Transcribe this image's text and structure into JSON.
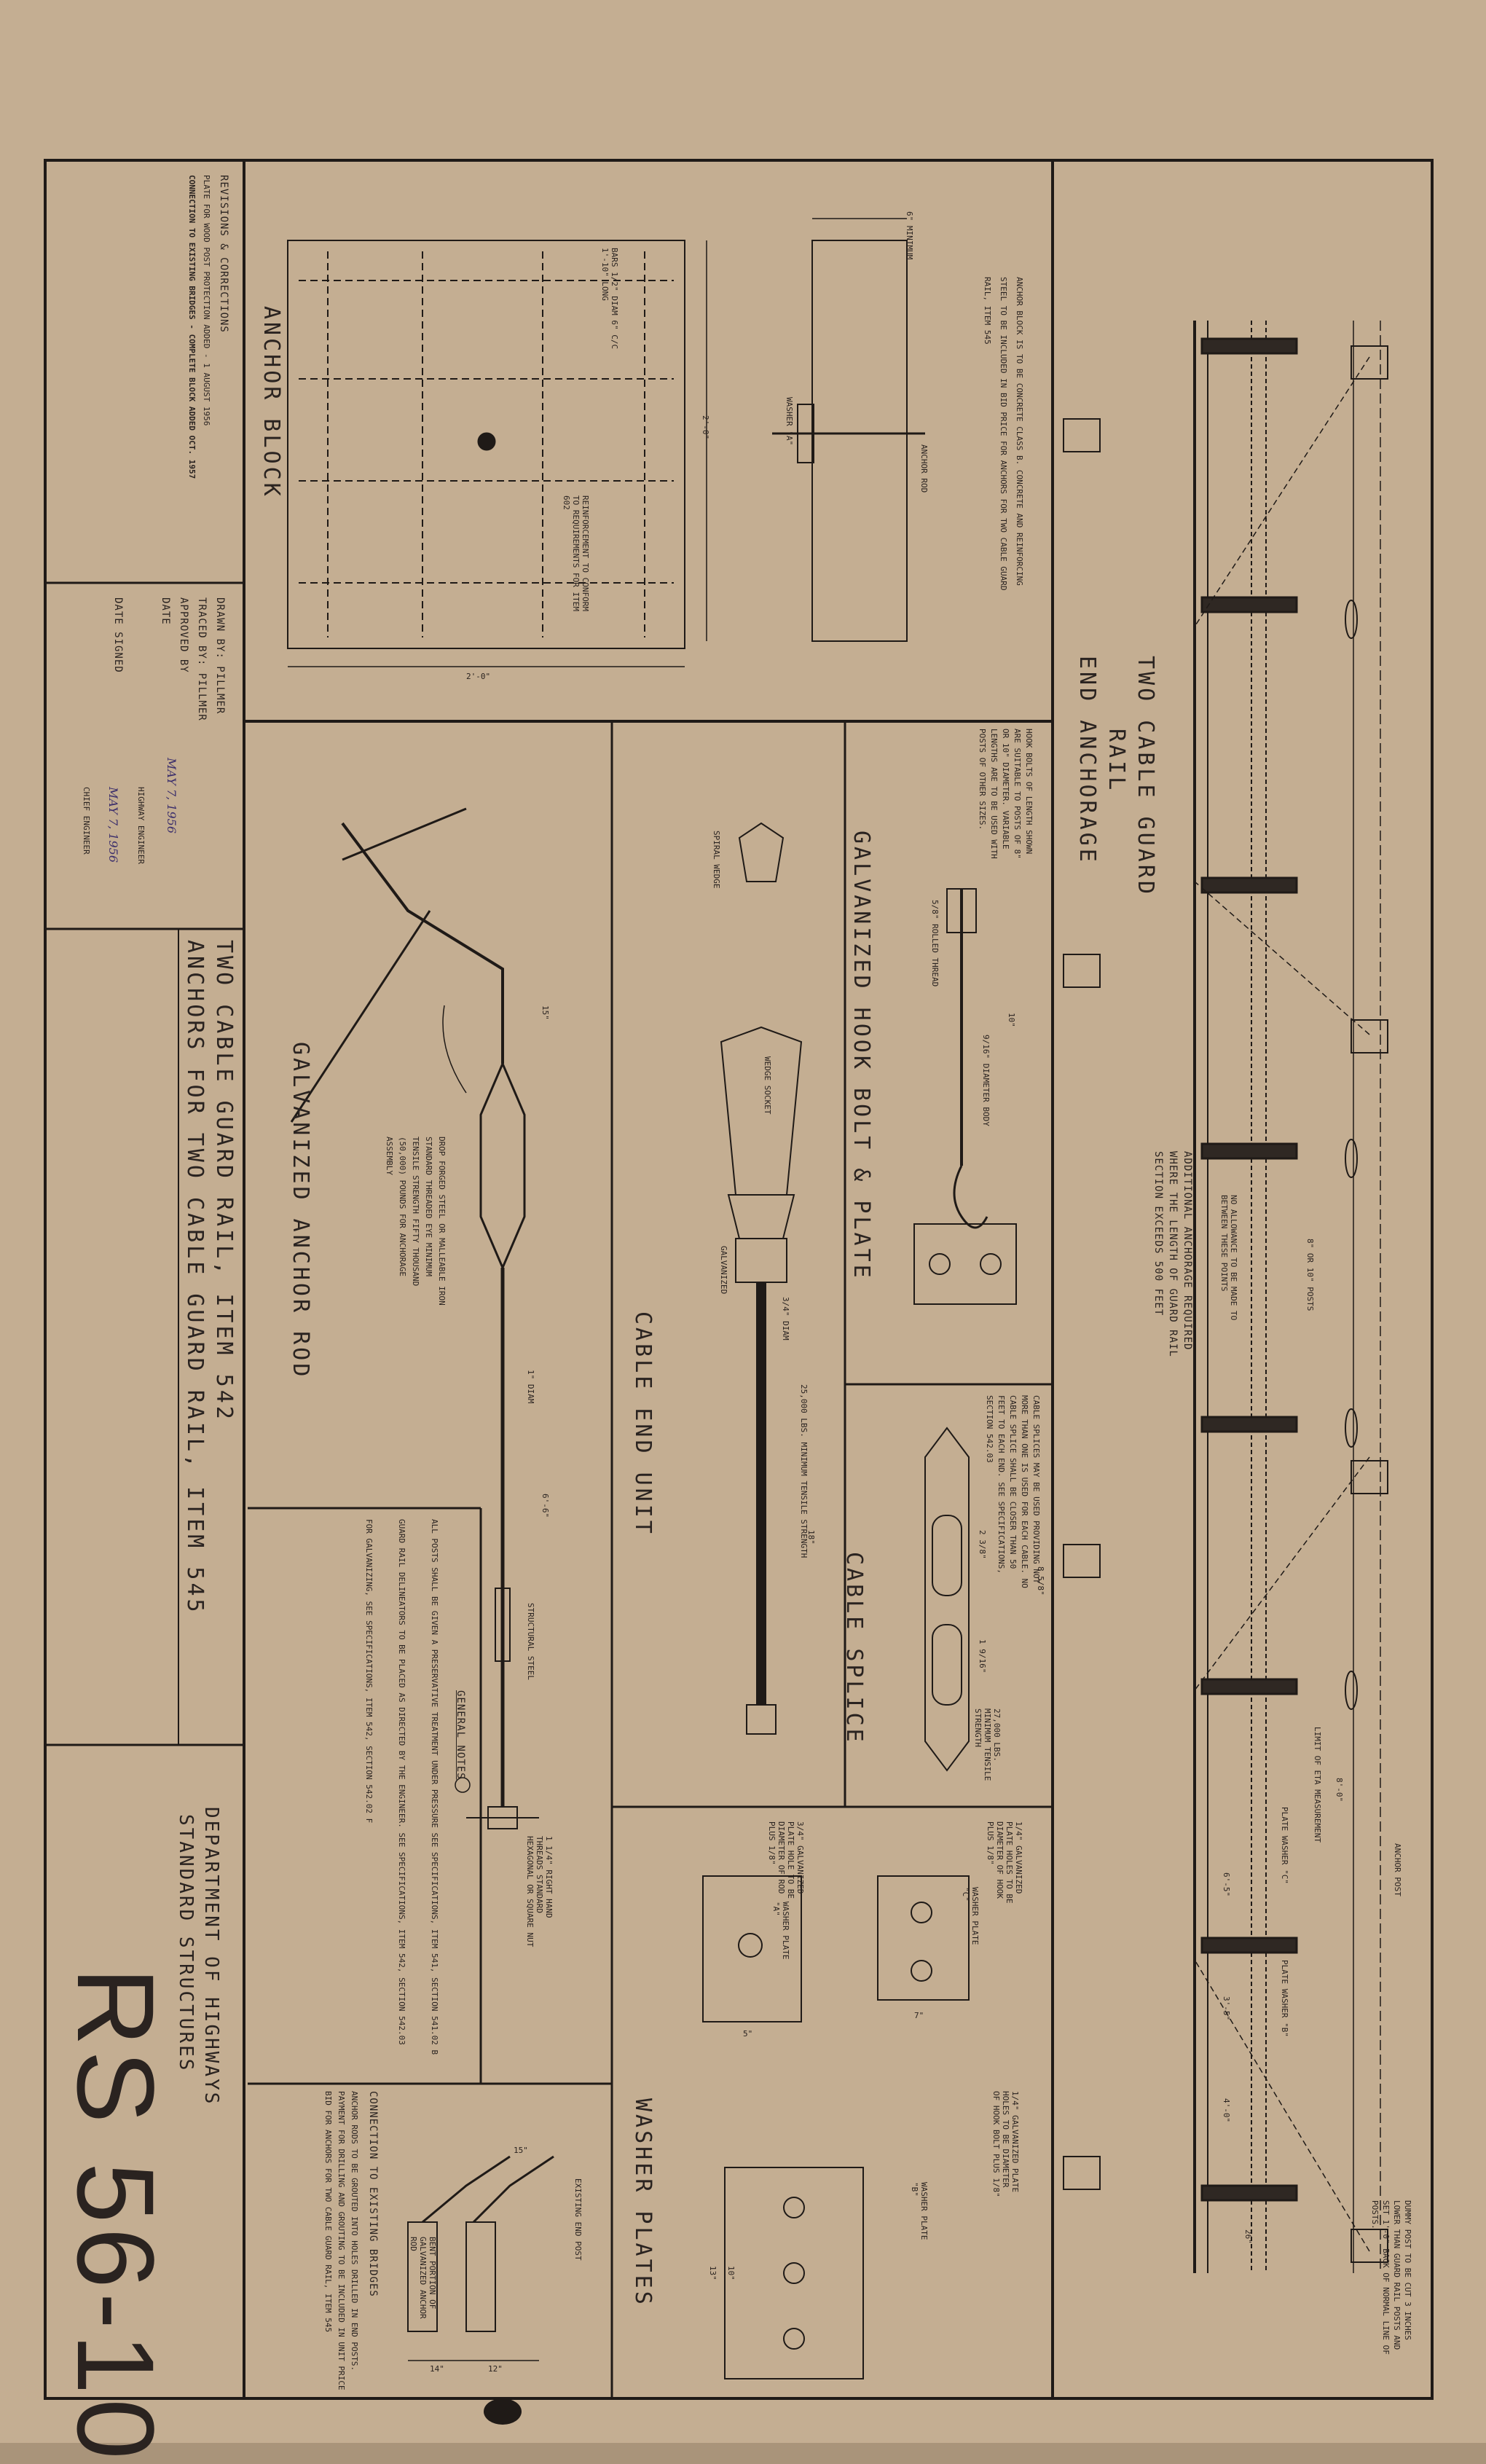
{
  "sheet": {
    "number": "RS 56-10",
    "agency": "DEPARTMENT OF HIGHWAYS",
    "office": "STANDARD STRUCTURES"
  },
  "title_block": {
    "line1": "TWO CABLE GUARD RAIL, ITEM 542",
    "line2": "ANCHORS FOR TWO CABLE GUARD RAIL, ITEM 545"
  },
  "revisions": {
    "header": "REVISIONS & CORRECTIONS",
    "entry1": "PLATE FOR WOOD POST PROTECTION ADDED - 1 AUGUST 1956",
    "entry2": "CONNECTION TO EXISTING BRIDGES - COMPLETE BLOCK ADDED OCT. 1957"
  },
  "credits": {
    "drawn_by": "DRAWN BY: PILLMER",
    "traced_by": "TRACED BY: PILLMER",
    "approved_by": "APPROVED BY",
    "date": "DATE",
    "date_signed": "DATE SIGNED",
    "sig1_date": "MAY 7, 1956",
    "sig1_title": "HIGHWAY ENGINEER",
    "sig2_date": "MAY 7, 1956",
    "sig2_title": "CHIEF ENGINEER"
  },
  "panels": {
    "anchor_block": {
      "title": "ANCHOR BLOCK",
      "note": "ANCHOR BLOCK IS TO BE CONCRETE CLASS B. CONCRETE AND REINFORCING STEEL TO BE INCLUDED IN BID PRICE FOR ANCHORS FOR TWO CABLE GUARD RAIL, ITEM 545",
      "dim_plan": "2'-0\"",
      "dim_side": "2'-0\"",
      "dim_min": "6\" MINIMUM",
      "bars_note": "BARS 1/2\" DIAM 6\" C/C 1'-10\" LONG",
      "reinf_note": "REINFORCEMENT TO CONFORM TO REQUIREMENTS FOR ITEM 602",
      "washer_label": "WASHER \"A\"",
      "anchor_rod_label": "ANCHOR ROD"
    },
    "anchor_rod": {
      "title": "GALVANIZED ANCHOR ROD",
      "note": "DROP FORGED STEEL OR MALLEABLE IRON STANDARD THREADED EYE MINIMUM TENSILE STRENGTH FIFTY THOUSAND (50,000) POUNDS FOR ANCHORAGE ASSEMBLY",
      "structural_steel": "STRUCTURAL STEEL",
      "thread_note": "1 1/4\" RIGHT HAND THREADS STANDARD HEXAGONAL OR SQUARE NUT",
      "dim_a": "15\"",
      "dim_b": "6'-6\"",
      "dim_diam": "1\" DIAM"
    },
    "general_notes": {
      "title": "GENERAL NOTES",
      "n1": "ALL POSTS SHALL BE GIVEN A PRESERVATIVE TREATMENT UNDER PRESSURE SEE SPECIFICATIONS, ITEM 541, SECTION 541.02 B",
      "n2": "GUARD RAIL DELINEATORS TO BE PLACED AS DIRECTED BY THE ENGINEER. SEE SPECIFICATIONS, ITEM 542, SECTION 542.03",
      "n3": "FOR GALVANIZING, SEE SPECIFICATIONS, ITEM 542, SECTION 542.02 F"
    },
    "connection": {
      "title": "CONNECTION TO EXISTING BRIDGES",
      "note": "ANCHOR RODS TO BE GROUTED INTO HOLES DRILLED IN END POSTS. PAYMENT FOR DRILLING AND GROUTING TO BE INCLUDED IN UNIT PRICE BID FOR ANCHORS FOR TWO CABLE GUARD RAIL, ITEM 545",
      "existing_post": "EXISTING END POST",
      "bent_note": "BENT PORTION OF GALVANIZED ANCHOR ROD",
      "dim_14": "14\"",
      "dim_12": "12\"",
      "dim_15": "15\""
    },
    "cable_end": {
      "title": "CABLE END UNIT",
      "strength": "25,000 LBS. MINIMUM TENSILE STRENGTH",
      "socket": "WEDGE SOCKET",
      "galvanized": "GALVANIZED",
      "wedge": "SPIRAL WEDGE",
      "dim_18": "18\"",
      "dim_diam": "3/4\" DIAM"
    },
    "hook_bolt": {
      "title": "GALVANIZED HOOK BOLT & PLATE",
      "note": "HOOK BOLTS OF LENGTH SHOWN ARE SUITABLE TO POSTS OF 8\" OR 10\" DIAMETER. VARIABLE LENGTHS ARE TO BE USED WITH POSTS OF OTHER SIZES.",
      "thread": "5/8\" ROLLED THREAD",
      "body": "9/16\" DIAMETER BODY",
      "dim_10": "10\""
    },
    "cable_splice": {
      "title": "CABLE SPLICE",
      "note": "CABLE SPLICES MAY BE USED PROVIDING NOT MORE THAN ONE IS USED FOR EACH CABLE. NO CABLE SPLICE SHALL BE CLOSER THAN 50 FEET TO EACH END. SEE SPECIFICATIONS, SECTION 542.03",
      "strength": "27,000 LBS. MINIMUM TENSILE STRENGTH",
      "dim_a": "2 3/8\"",
      "dim_b": "1 9/16\"",
      "dim_c": "8 5/8\""
    },
    "washer_plates": {
      "title": "WASHER PLATES",
      "a_note": "3/4\" GALVANIZED PLATE HOLE TO BE DIAMETER OF ROD PLUS 1/8\"",
      "b_note": "1/4\" GALVANIZED PLATE HOLES TO BE DIAMETER OF HOOK BOLT PLUS 1/8\"",
      "c_note": "1/4\" GALVANIZED PLATE HOLES TO BE DIAMETER OF HOOK PLUS 1/8\"",
      "plate_a": "WASHER PLATE \"A\"",
      "plate_b": "WASHER PLATE \"B\"",
      "plate_c": "WASHER PLATE \"C\"",
      "dim_5": "5\"",
      "dim_7": "7\"",
      "dim_13": "13\"",
      "dim_10": "10\""
    },
    "end_anchorage": {
      "title_1": "TWO CABLE GUARD",
      "title_2": "RAIL",
      "title_3": "END ANCHORAGE",
      "additional": "ADDITIONAL ANCHORAGE REQUIRED WHERE THE LENGTH OF GUARD RAIL SECTION EXCEEDS 500 FEET",
      "no_allowance": "NO ALLOWANCE TO BE MADE TO BETWEEN THESE POINTS",
      "posts": "8\" OR 10\" POSTS",
      "dummy_post": "DUMMY POST TO BE CUT 3 INCHES LOWER THAN GUARD RAIL POSTS AND SET 1'-0\" BACK OF NORMAL LINE OF POSTS.",
      "anchor_post": "ANCHOR POST",
      "limit": "LIMIT OF ETA MEASUREMENT",
      "dim_6_5": "6'-5\"",
      "dim_3_5": "3'-5\"",
      "dim_4_0": "4'-0\"",
      "dim_26": "26\"",
      "dim_8_0": "8'-0\"",
      "washer_c": "PLATE WASHER \"C\"",
      "washer_b": "PLATE WASHER \"B\""
    }
  }
}
